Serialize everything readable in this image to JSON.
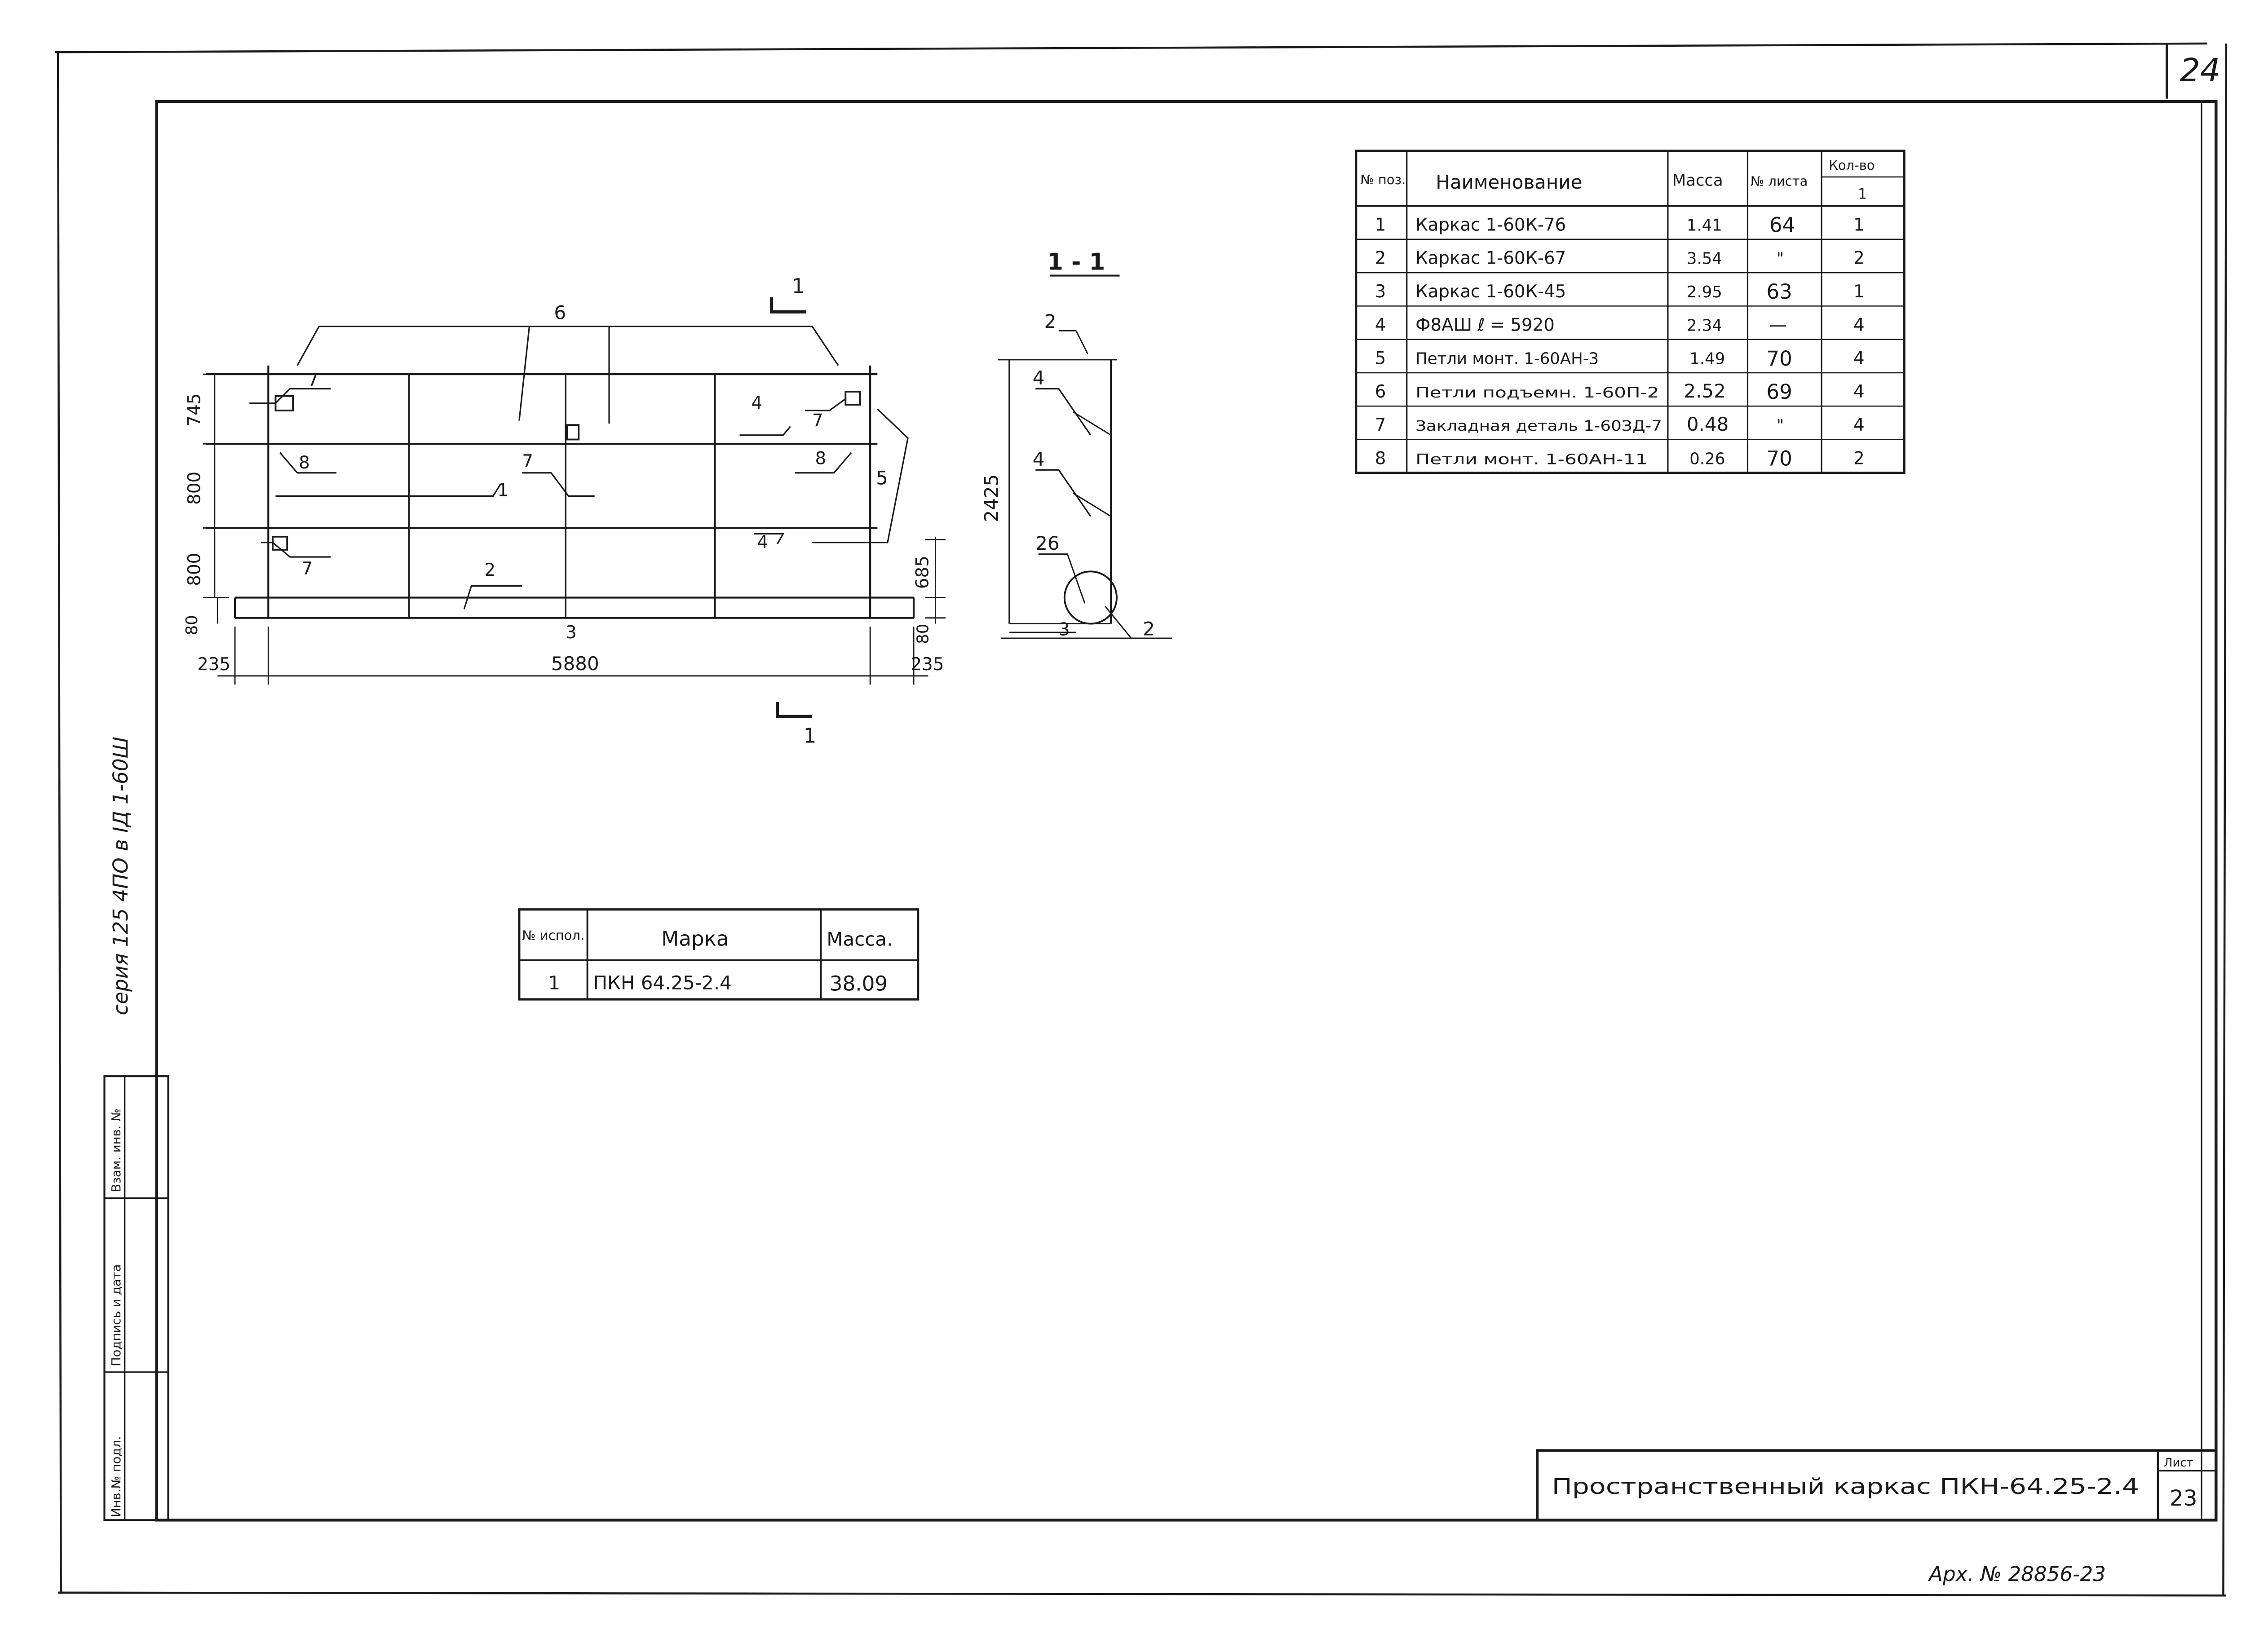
{
  "sheet": {
    "corner_number": "24",
    "series_text": "серия 125 4ПО в ІД 1-60Ш",
    "archive_number": "Арх. № 28856-23"
  },
  "side_stamp": {
    "cells": [
      "Инв.№ подл.",
      "Подпись и дата",
      "Взам. инв. №"
    ]
  },
  "title_block": {
    "title": "Пространственный каркас ПКН-64.25-2.4",
    "sheet_label": "Лист",
    "sheet_number": "23"
  },
  "elevation": {
    "section_mark": "1",
    "dims": {
      "overall_length": "5880",
      "end_left": "235",
      "end_right": "235",
      "h_top": "745",
      "h_mid1": "800",
      "h_mid2": "800",
      "h_bottom": "80",
      "h_right": "685",
      "h_right_bottom": "80"
    },
    "labels": {
      "p1": "1",
      "p2": "2",
      "p3": "3",
      "p4a": "4",
      "p4b": "4",
      "p5": "5",
      "p6": "6",
      "p7a": "7",
      "p7b": "7",
      "p7c": "7",
      "p7d": "7",
      "p8a": "8",
      "p8b": "8"
    }
  },
  "section": {
    "title": "1 - 1",
    "height_dim": "2425",
    "width_dim": "26",
    "labels": {
      "p2a": "2",
      "p2b": "2",
      "p3": "3",
      "p4a": "4",
      "p4b": "4"
    }
  },
  "spec_table": {
    "headers": {
      "pos": "№ поз.",
      "name": "Наименование",
      "mass": "Масса",
      "sheet": "№ листа",
      "qty": "Кол-во",
      "qty_sub": "1"
    },
    "rows": [
      {
        "pos": "1",
        "name": "Каркас 1-60К-76",
        "mass": "1.41",
        "sheet": "64",
        "qty": "1"
      },
      {
        "pos": "2",
        "name": "Каркас 1-60К-67",
        "mass": "3.54",
        "sheet": "\"",
        "qty": "2"
      },
      {
        "pos": "3",
        "name": "Каркас 1-60К-45",
        "mass": "2.95",
        "sheet": "63",
        "qty": "1"
      },
      {
        "pos": "4",
        "name": "Ф8АШ  ℓ = 5920",
        "mass": "2.34",
        "sheet": "—",
        "qty": "4"
      },
      {
        "pos": "5",
        "name": "Петли монт. 1-60АН-3",
        "mass": "1.49",
        "sheet": "70",
        "qty": "4"
      },
      {
        "pos": "6",
        "name": "Петли подъемн. 1-60П-2",
        "mass": "2.52",
        "sheet": "69",
        "qty": "4"
      },
      {
        "pos": "7",
        "name": "Закладная деталь 1-60ЗД-7",
        "mass": "0.48",
        "sheet": "\"",
        "qty": "4"
      },
      {
        "pos": "8",
        "name": "Петли монт. 1-60АН-11",
        "mass": "0.26",
        "sheet": "70",
        "qty": "2"
      }
    ]
  },
  "mark_table": {
    "headers": {
      "exec": "№ испол.",
      "mark": "Марка",
      "mass": "Масса."
    },
    "rows": [
      {
        "exec": "1",
        "mark": "ПКН 64.25-2.4",
        "mass": "38.09"
      }
    ]
  }
}
